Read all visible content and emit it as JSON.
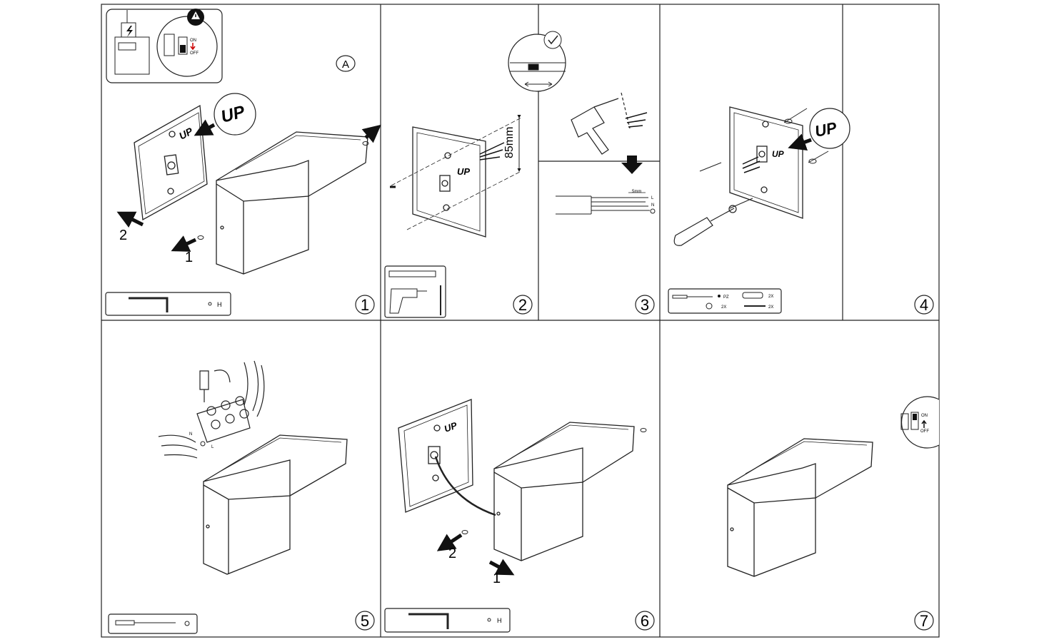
{
  "steps": [
    {
      "number": "1",
      "tool_label": "H",
      "arrow_1": "1",
      "arrow_2": "2",
      "fixture_marker": "A",
      "up_label": "UP",
      "switch_on": "ON",
      "switch_off": "OFF"
    },
    {
      "number": "2",
      "dimension": "85mm",
      "up_label": "UP"
    },
    {
      "number": "3",
      "strip_length": "5mm",
      "wire_l": "L",
      "wire_n": "N"
    },
    {
      "number": "4",
      "up_label": "UP",
      "tool_pz": "PZ",
      "qty_plug": "2X",
      "qty_washer": "2X",
      "qty_screw": "2X"
    },
    {
      "number": "5",
      "terminal_n": "N",
      "terminal_l": "L"
    },
    {
      "number": "6",
      "tool_label": "H",
      "arrow_1": "1",
      "arrow_2": "2",
      "up_label": "UP"
    },
    {
      "number": "7",
      "switch_on": "ON",
      "switch_off": "OFF"
    }
  ]
}
